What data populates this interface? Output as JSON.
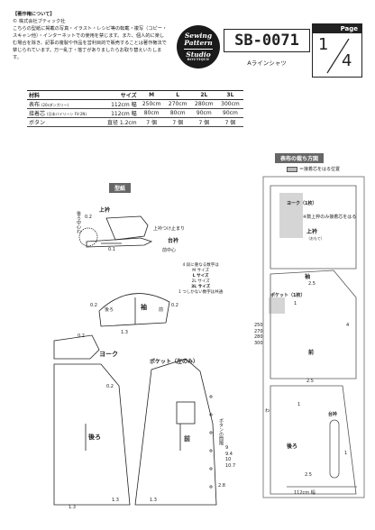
{
  "copyright": {
    "heading": "【著作権について】",
    "company": "© 株式会社ブティック社",
    "body": "こちらの型紙に掲載の写真・イラスト・レシピ等の転載・複写（コピー・スキャン他）・インターネットでの使用を禁じます。また、個人的に楽しむ場合を除き、記事の複製や作品を営利目的で販売することは著作権法で禁じられています。万一乱丁・落丁がありましたらお取り替えいたします。"
  },
  "brand": {
    "line1": "Sewing",
    "line2": "Pattern",
    "line3": "Studio",
    "sub": "BOUTIQUE"
  },
  "pattern": {
    "code": "SB-0071",
    "name": "Aラインシャツ"
  },
  "page": {
    "label": "Page",
    "current": "1",
    "total": "4"
  },
  "materials": {
    "headers": [
      "材料",
      "サイズ",
      "M",
      "L",
      "2L",
      "3L"
    ],
    "rows": [
      {
        "name": "表布",
        "note": "(20sダンガリー)",
        "width": "112cm 幅",
        "values": [
          "250cm",
          "270cm",
          "280cm",
          "300cm"
        ]
      },
      {
        "name": "接着芯",
        "note": "(日本バイリーン FV-2N)",
        "width": "112cm 幅",
        "values": [
          "80cm",
          "80cm",
          "90cm",
          "90cm"
        ]
      },
      {
        "name": "ボタン",
        "note": "",
        "width": "直径 1.2cm",
        "values": [
          "7 個",
          "7 個",
          "7 個",
          "7 個"
        ]
      }
    ]
  },
  "layout_section": {
    "title": "表布の裁ち方図",
    "legend": "＝接着芯をはる位置",
    "note": "※数上枠のみ接着芯をはる",
    "width_label": "112cm 幅",
    "length_values": [
      "250",
      "270",
      "280",
      "300"
    ],
    "piece_labels": [
      "ヨーク（1枚）",
      "上衿",
      "（おもて）",
      "袖",
      "ポケット（1枚）",
      "前",
      "台衿",
      "後ろ",
      "わ"
    ],
    "numbers": [
      "2.5",
      "1",
      "4",
      "2.5",
      "1",
      "2.5",
      "1"
    ]
  },
  "pattern_section": {
    "title": "型紙",
    "size_legend": [
      "4 段に重なる数字は",
      "M サイズ",
      "L サイズ",
      "2L サイズ",
      "3L サイズ",
      "1 つしかない数字は共通"
    ],
    "labels": {
      "collar_top": "上衿",
      "collar_attach": "上衿つけ止まり",
      "collar_stand": "台衿",
      "front_center": "前中心",
      "back_center": "後ろ中心わ",
      "sleeve": "袖",
      "back": "後ろ",
      "front": "前",
      "yoke": "ヨーク",
      "pocket": "ポケット（左のみ）",
      "button_spacing": "ボタンの間隔",
      "spacing_values": [
        "9",
        "9.4",
        "10",
        "10.7"
      ]
    },
    "numbers": [
      "0.2",
      "0.1",
      "0.2",
      "0.2",
      "1.3",
      "0.2",
      "0.2",
      "1.3",
      "1.3",
      "1.3",
      "2.8"
    ]
  }
}
